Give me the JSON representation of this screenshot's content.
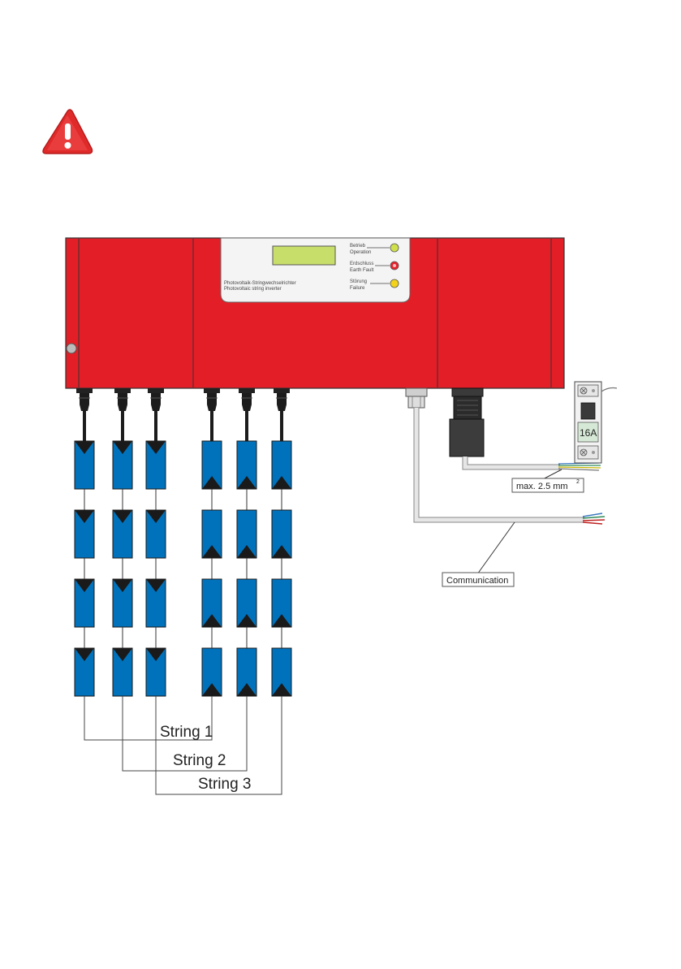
{
  "icons": {
    "warning": "warning-triangle-icon"
  },
  "inverter": {
    "panel_line1": "Photovoltaik-Stringwechselrichter",
    "panel_line2": "Photovoltaic string inverter",
    "leds": [
      {
        "label_de": "Betrieb",
        "label_en": "Operation",
        "color": "#cfe04a"
      },
      {
        "label_de": "Erdschluss",
        "label_en": "Earth Fault",
        "color": "#e8222c"
      },
      {
        "label_de": "Störung",
        "label_en": "Failure",
        "color": "#f2d21a"
      }
    ]
  },
  "breaker": {
    "rating": "16A"
  },
  "labels": {
    "cable": "max. 2.5 mm",
    "cable_superscript": "2",
    "communication": "Communication"
  },
  "strings": [
    "String 1",
    "String 2",
    "String 3"
  ],
  "colors": {
    "housing": "#e41e26",
    "module": "#0072bc",
    "display": "#c8de6a"
  }
}
